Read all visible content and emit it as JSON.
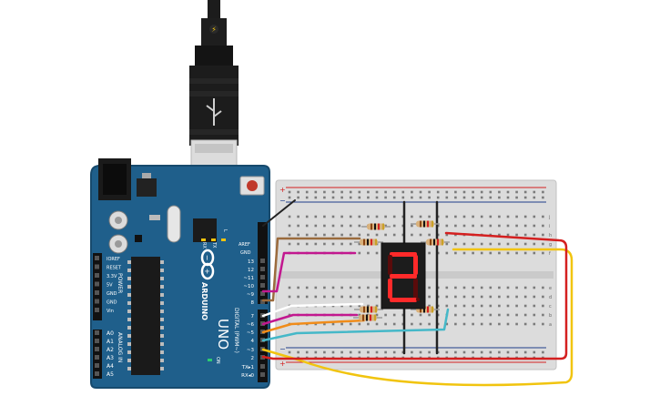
{
  "board": {
    "brand": "ARDUINO",
    "model": "UNO",
    "digital_header_title": "DIGITAL (PWM~)",
    "aref": "AREF",
    "gnd": "GND",
    "digital_pins": [
      "13",
      "12",
      "~11",
      "~10",
      "~9",
      "8",
      "7",
      "~6",
      "~5",
      "4",
      "~3",
      "2",
      "TX▸1",
      "RX◂0"
    ],
    "power_pins": [
      "IOREF",
      "RESET",
      "3.3V",
      "5V",
      "GND",
      "GND",
      "Vin"
    ],
    "power_title": "POWER",
    "analog_pins": [
      "A0",
      "A1",
      "A2",
      "A3",
      "A4",
      "A5"
    ],
    "analog_title": "ANALOG IN",
    "led_labels": [
      "L",
      "TX",
      "RX"
    ],
    "on_label": "ON"
  },
  "display": {
    "digit": "2",
    "segment_color_on": "#ff2a2a",
    "segment_color_off": "#5a0b0b"
  },
  "breadboard": {
    "rail_plus": "+",
    "rail_minus": "−",
    "row_letters_top": [
      "j",
      "i",
      "h",
      "g",
      "f"
    ],
    "row_letters_bottom": [
      "e",
      "d",
      "c",
      "b",
      "a"
    ]
  },
  "colors": {
    "board_blue": "#1f5f8b",
    "board_edge": "#174a6d",
    "wire_red": "#d42020",
    "wire_yellow": "#f1c40f",
    "wire_brown": "#9b6b3d",
    "wire_magenta": "#c2188f",
    "wire_orange": "#f08c1a",
    "wire_cyan": "#45b8c8",
    "wire_white": "#ffffff",
    "wire_black": "#222222"
  }
}
